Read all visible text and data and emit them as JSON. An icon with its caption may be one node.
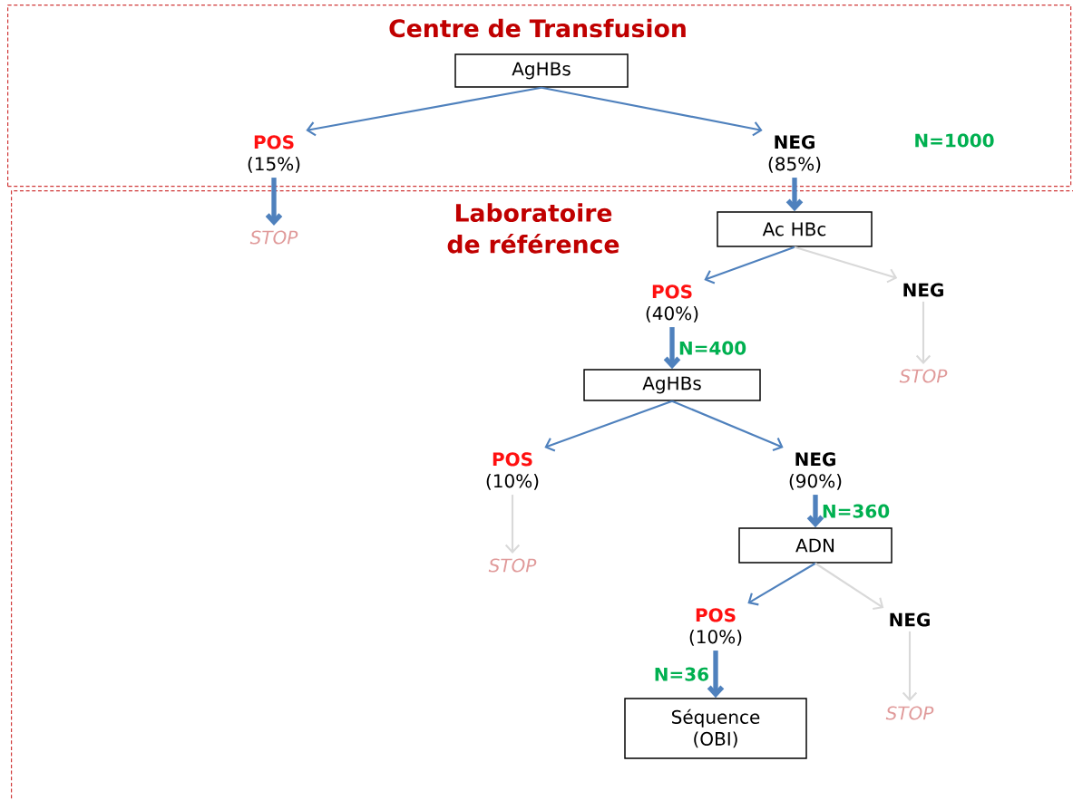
{
  "diagram": {
    "nodes": [
      {
        "text": [
          "Centre de Transfusion"
        ]
      },
      {
        "text": [
          "AgHBs"
        ],
        "in": 0
      },
      {
        "text": [
          "POS",
          "(15%)"
        ],
        "in": 0
      },
      {
        "text": [
          "NEG",
          "(85%)"
        ],
        "in": 0
      },
      {
        "text": [
          "Laboratoire de référence"
        ]
      },
      {
        "text": [
          "STOP"
        ],
        "in": 4
      },
      {
        "text": [
          "Ac HBc"
        ],
        "in": 4
      },
      {
        "text": [
          "POS",
          "(40%)"
        ],
        "in": 4
      },
      {
        "text": [
          "NEG"
        ],
        "in": 4
      },
      {
        "text": [
          "STOP"
        ],
        "in": 4
      },
      {
        "text": [
          "AgHBs"
        ],
        "in": 4
      },
      {
        "text": [
          "POS",
          "(10%)"
        ],
        "in": 4
      },
      {
        "text": [
          "NEG",
          "(90%)"
        ],
        "in": 4
      },
      {
        "text": [
          "STOP"
        ],
        "in": 4
      },
      {
        "text": [
          "ADN"
        ],
        "in": 4
      },
      {
        "text": [
          "POS",
          "(10%)"
        ],
        "in": 4
      },
      {
        "text": [
          "NEG"
        ],
        "in": 4
      },
      {
        "text": [
          "STOP"
        ],
        "in": 4
      },
      {
        "text": [
          "Séquence (OBI)"
        ],
        "in": 4
      }
    ],
    "edges": [
      {
        "from": 1,
        "to": 2,
        "arrow": "to"
      },
      {
        "from": 1,
        "to": 3,
        "arrow": "to"
      },
      {
        "from": 2,
        "to": 5,
        "arrow": "to",
        "style": "thick"
      },
      {
        "from": 3,
        "to": 6,
        "arrow": "to",
        "style": "thick"
      },
      {
        "from": 6,
        "to": 7,
        "arrow": "to"
      },
      {
        "from": 6,
        "to": 8,
        "arrow": "to",
        "color": "#d9d9d9"
      },
      {
        "from": 8,
        "to": 9,
        "arrow": "to",
        "color": "#d9d9d9"
      },
      {
        "from": 7,
        "to": 10,
        "arrow": "to",
        "style": "thick",
        "label": "N=400"
      },
      {
        "from": 10,
        "to": 11,
        "arrow": "to"
      },
      {
        "from": 10,
        "to": 12,
        "arrow": "to"
      },
      {
        "from": 11,
        "to": 13,
        "arrow": "to",
        "color": "#d9d9d9"
      },
      {
        "from": 12,
        "to": 14,
        "arrow": "to",
        "style": "thick",
        "label": "N=360"
      },
      {
        "from": 14,
        "to": 15,
        "arrow": "to"
      },
      {
        "from": 14,
        "to": 16,
        "arrow": "to",
        "color": "#d9d9d9"
      },
      {
        "from": 16,
        "to": 17,
        "arrow": "to",
        "color": "#d9d9d9"
      },
      {
        "from": 15,
        "to": 18,
        "arrow": "to",
        "style": "thick",
        "label": "N=36"
      }
    ],
    "labels": [
      "N=1000"
    ]
  }
}
